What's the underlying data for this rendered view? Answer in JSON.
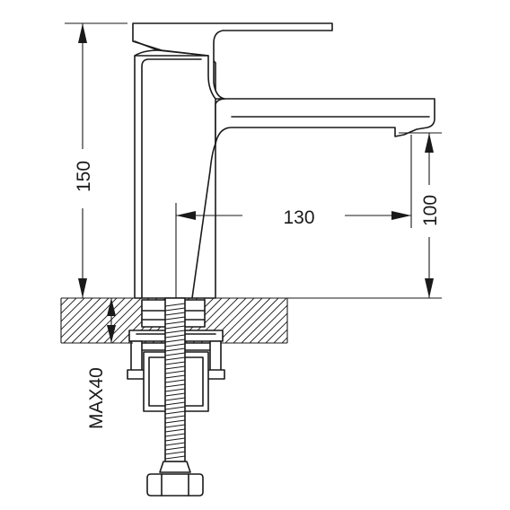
{
  "dimensions": {
    "height_total": "150",
    "spout_reach": "130",
    "spout_height": "100",
    "max_thickness": "MAX40"
  },
  "colors": {
    "line": "#1a1a1a",
    "background": "#ffffff"
  }
}
